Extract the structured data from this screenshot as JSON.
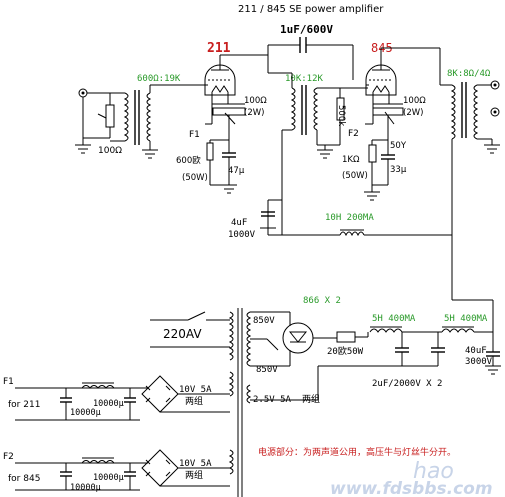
{
  "title": "211 / 845 SE power amplifier",
  "coupling_cap": "1uF/600V",
  "colors": {
    "tube_label": "#c81e1e",
    "transformer_label": "#2a9a2a",
    "wire": "#000000"
  },
  "tubes": {
    "v1": "211",
    "v2": "845"
  },
  "transformers": {
    "input": "600Ω:19K",
    "interstage": "10K:12K",
    "output": "8K:8Ω/4Ω",
    "choke_main": "10H 200MA",
    "choke1": "5H 400MA",
    "choke2": "5H 400MA"
  },
  "stage1": {
    "r_input": "100Ω",
    "filament": "F1",
    "r_hum": "100Ω",
    "r_hum_w": "(2W)",
    "r_cathode": "600欧",
    "r_cathode_w": "(50W)",
    "c_cathode": "47μ",
    "c_supply": "4uF",
    "c_supply_v": "1000V"
  },
  "stage2": {
    "r_grid": "500k",
    "filament": "F2",
    "r_hum": "100Ω",
    "r_hum_w": "(2W)",
    "r_cathode": "1KΩ",
    "r_cathode_w": "(50W)",
    "cathode_v": "50Y",
    "c_cathode": "33μ"
  },
  "psu": {
    "mains": "220AV",
    "rectifier": "866 X 2",
    "sec_hi_a": "850V",
    "sec_hi_b": "850V",
    "heater": "2.5V 5A",
    "heater_group": "两组",
    "r_series": "20欧50W",
    "c_filter": "2uF/2000V X 2",
    "c_out": "40uF",
    "c_out_v": "3000V"
  },
  "filaments": {
    "f1": "F1",
    "f1_for": "for 211",
    "f2": "F2",
    "f2_for": "for 845",
    "c_value": "10000μ",
    "c_value2": "10000μ",
    "sec": "10V 5A",
    "group": "两组"
  },
  "note": "电源部分：为两声道公用，高压牛与灯丝牛分开。",
  "watermark_hao": "hao",
  "watermark_url": "www.fdsbbs.com"
}
